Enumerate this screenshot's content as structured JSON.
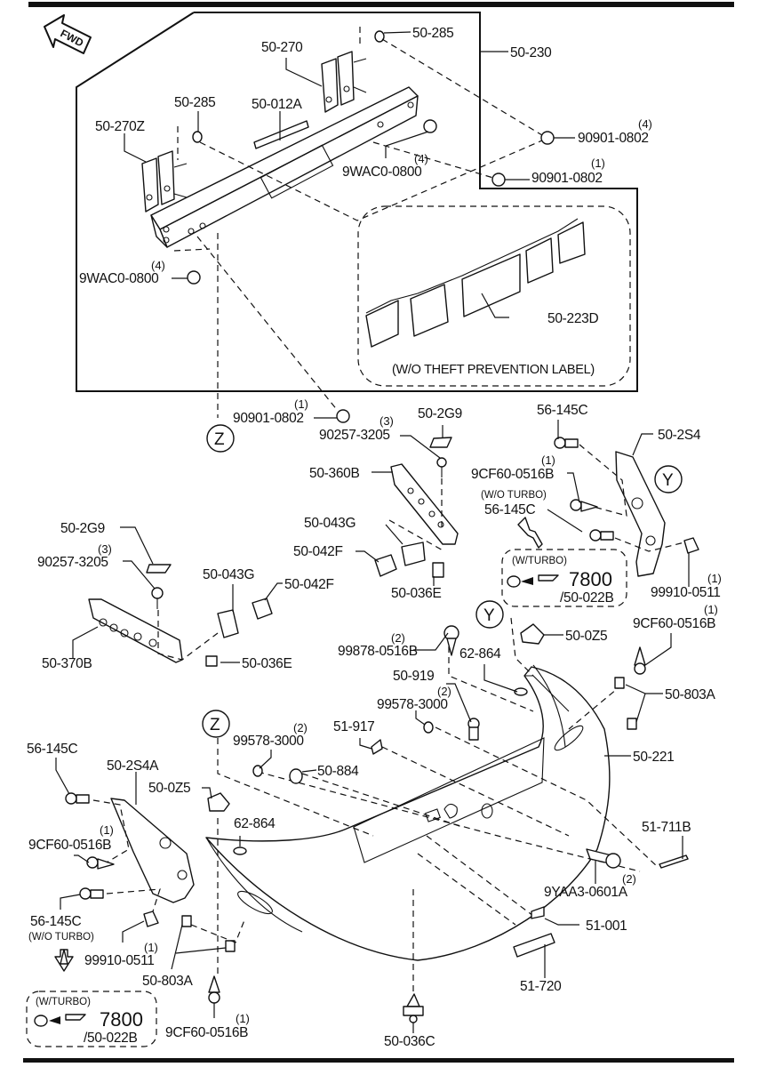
{
  "diagram": {
    "type": "exploded-parts-diagram",
    "subject": "Rear bumper assembly",
    "direction_indicator": {
      "label": "FWD",
      "icon": "arrow-up-left-icon"
    },
    "boxed_assembly": {
      "part": "50-230"
    },
    "note_box": {
      "label": "(W/O THEFT PREVENTION LABEL)"
    },
    "reference_markers": [
      "Z",
      "Y"
    ],
    "turbo_note": {
      "condition_without": "(W/O TURBO)",
      "condition_with": "(W/TURBO)",
      "ref_number": "7800",
      "ref_part": "/50-022B",
      "swap_icon": "double-arrow-icon",
      "pointer_icon": "pointing-hand-icon"
    },
    "parts": {
      "p_50_285_a": {
        "number": "50-285",
        "qty": ""
      },
      "p_50_230": {
        "number": "50-230",
        "qty": ""
      },
      "p_50_270": {
        "number": "50-270",
        "qty": ""
      },
      "p_50_285_b": {
        "number": "50-285",
        "qty": ""
      },
      "p_50_012A": {
        "number": "50-012A",
        "qty": ""
      },
      "p_50_270Z": {
        "number": "50-270Z",
        "qty": ""
      },
      "p_90901_a": {
        "number": "90901-0802",
        "qty": "(4)"
      },
      "p_9WAC0_a": {
        "number": "9WAC0-0800",
        "qty": "(4)"
      },
      "p_90901_b": {
        "number": "90901-0802",
        "qty": "(1)"
      },
      "p_9WAC0_b": {
        "number": "9WAC0-0800",
        "qty": "(4)"
      },
      "p_50_223D": {
        "number": "50-223D",
        "qty": ""
      },
      "p_90901_c": {
        "number": "90901-0802",
        "qty": "(1)"
      },
      "p_90257_a": {
        "number": "90257-3205",
        "qty": "(3)"
      },
      "p_50_2G9_a": {
        "number": "50-2G9",
        "qty": ""
      },
      "p_56_145C_a": {
        "number": "56-145C",
        "qty": ""
      },
      "p_50_2S4": {
        "number": "50-2S4",
        "qty": ""
      },
      "p_50_360B": {
        "number": "50-360B",
        "qty": ""
      },
      "p_9CF60_a": {
        "number": "9CF60-0516B",
        "qty": "(1)"
      },
      "p_56_145C_b": {
        "number": "56-145C",
        "qty": "",
        "condition": "(W/O TURBO)"
      },
      "p_50_043G_a": {
        "number": "50-043G",
        "qty": ""
      },
      "p_50_042F_a": {
        "number": "50-042F",
        "qty": ""
      },
      "p_50_036E_a": {
        "number": "50-036E",
        "qty": ""
      },
      "p_99910_a": {
        "number": "99910-0511",
        "qty": "(1)"
      },
      "p_50_2G9_b": {
        "number": "50-2G9",
        "qty": ""
      },
      "p_90257_b": {
        "number": "90257-3205",
        "qty": "(3)"
      },
      "p_50_043G_b": {
        "number": "50-043G",
        "qty": ""
      },
      "p_50_042F_b": {
        "number": "50-042F",
        "qty": ""
      },
      "p_50_370B": {
        "number": "50-370B",
        "qty": ""
      },
      "p_50_036E_b": {
        "number": "50-036E",
        "qty": ""
      },
      "p_9CF60_b": {
        "number": "9CF60-0516B",
        "qty": "(1)"
      },
      "p_50_0Z5_a": {
        "number": "50-0Z5",
        "qty": ""
      },
      "p_99878": {
        "number": "99878-0516B",
        "qty": "(2)"
      },
      "p_62_864_a": {
        "number": "62-864",
        "qty": ""
      },
      "p_50_803A_a": {
        "number": "50-803A",
        "qty": ""
      },
      "p_50_919": {
        "number": "50-919",
        "qty": ""
      },
      "p_99578_a": {
        "number": "99578-3000",
        "qty": "(2)"
      },
      "p_51_917": {
        "number": "51-917",
        "qty": ""
      },
      "p_99578_b": {
        "number": "99578-3000",
        "qty": "(2)"
      },
      "p_50_221": {
        "number": "50-221",
        "qty": ""
      },
      "p_56_145C_c": {
        "number": "56-145C",
        "qty": ""
      },
      "p_50_2S4A": {
        "number": "50-2S4A",
        "qty": ""
      },
      "p_50_884": {
        "number": "50-884",
        "qty": ""
      },
      "p_50_0Z5_b": {
        "number": "50-0Z5",
        "qty": ""
      },
      "p_62_864_b": {
        "number": "62-864",
        "qty": ""
      },
      "p_9CF60_c": {
        "number": "9CF60-0516B",
        "qty": "(1)"
      },
      "p_51_711B": {
        "number": "51-711B",
        "qty": ""
      },
      "p_9YAA3": {
        "number": "9YAA3-0601A",
        "qty": "(2)"
      },
      "p_56_145C_d": {
        "number": "56-145C",
        "qty": "",
        "condition": "(W/O TURBO)"
      },
      "p_99910_b": {
        "number": "99910-0511",
        "qty": "(1)"
      },
      "p_51_001": {
        "number": "51-001",
        "qty": ""
      },
      "p_51_720": {
        "number": "51-720",
        "qty": ""
      },
      "p_50_803A_b": {
        "number": "50-803A",
        "qty": ""
      },
      "p_9CF60_d": {
        "number": "9CF60-0516B",
        "qty": "(1)"
      },
      "p_50_036C": {
        "number": "50-036C",
        "qty": ""
      }
    }
  }
}
